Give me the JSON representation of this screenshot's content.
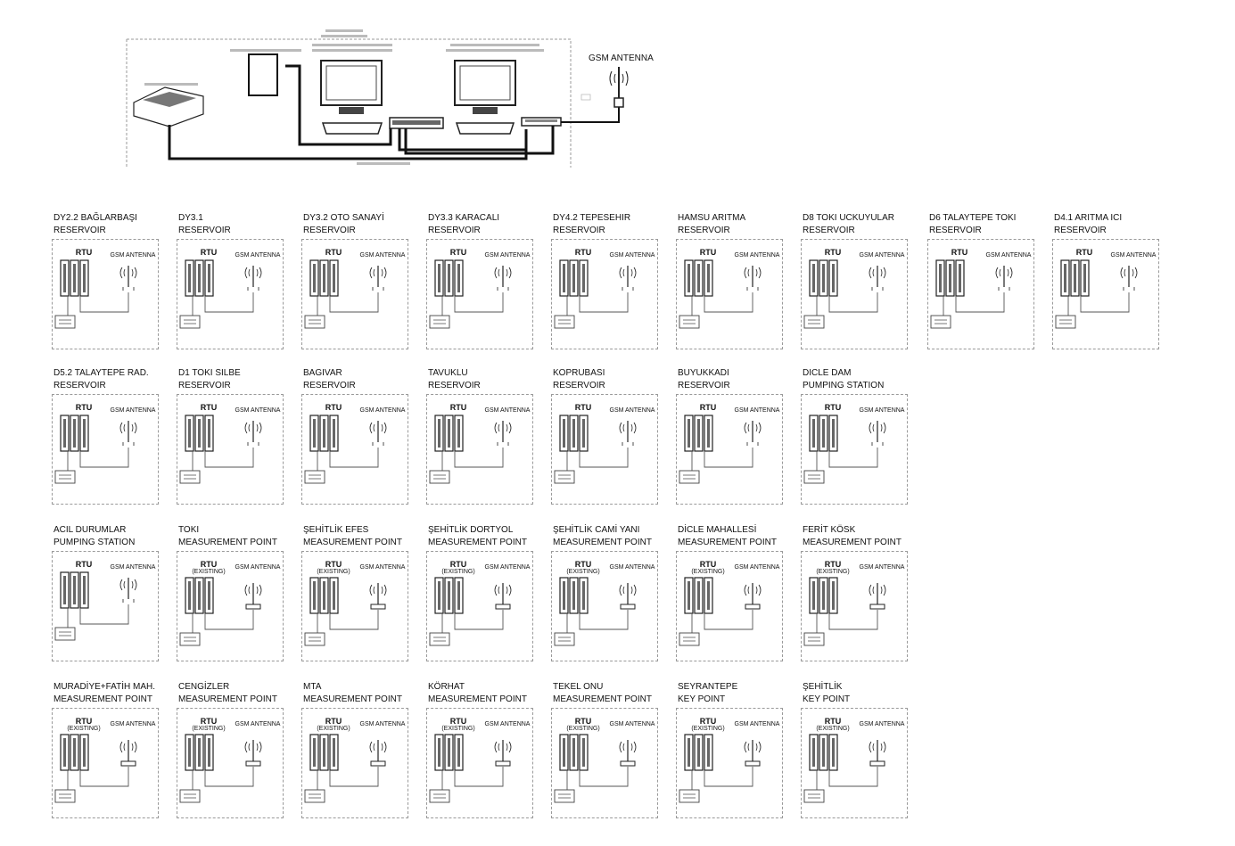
{
  "header": {
    "gsm_antenna_label": "GSM ANTENNA"
  },
  "rtu_label": "RTU",
  "existing_label": "(EXISTING)",
  "gsm_label": "GSM ANTENNA",
  "rows": [
    [
      {
        "title_1": "DY2.2 BAĞLARBAŞI",
        "title_2": "RESERVOIR",
        "existing": false
      },
      {
        "title_1": "DY3.1",
        "title_2": "RESERVOIR",
        "existing": false
      },
      {
        "title_1": "DY3.2 OTO SANAYİ",
        "title_2": "RESERVOIR",
        "existing": false
      },
      {
        "title_1": "DY3.3 KARACALI",
        "title_2": "RESERVOIR",
        "existing": false
      },
      {
        "title_1": "DY4.2 TEPESEHIR",
        "title_2": "RESERVOIR",
        "existing": false
      },
      {
        "title_1": "HAMSU ARITMA",
        "title_2": "RESERVOIR",
        "existing": false
      },
      {
        "title_1": "D8 TOKI UCKUYULAR",
        "title_2": "RESERVOIR",
        "existing": false
      },
      {
        "title_1": "D6 TALAYTEPE TOKI",
        "title_2": "RESERVOIR",
        "existing": false
      },
      {
        "title_1": "D4.1 ARITMA ICI",
        "title_2": "RESERVOIR",
        "existing": false
      }
    ],
    [
      {
        "title_1": "D5.2 TALAYTEPE RAD.",
        "title_2": "RESERVOIR",
        "existing": false
      },
      {
        "title_1": "D1 TOKI SILBE",
        "title_2": "RESERVOIR",
        "existing": false
      },
      {
        "title_1": "BAGIVAR",
        "title_2": "RESERVOIR",
        "existing": false
      },
      {
        "title_1": "TAVUKLU",
        "title_2": "RESERVOIR",
        "existing": false
      },
      {
        "title_1": "KOPRUBASI",
        "title_2": "RESERVOIR",
        "existing": false
      },
      {
        "title_1": "BUYUKKADI",
        "title_2": "RESERVOIR",
        "existing": false
      },
      {
        "title_1": "DICLE DAM",
        "title_2": "PUMPING STATION",
        "existing": false
      }
    ],
    [
      {
        "title_1": "ACIL DURUMLAR",
        "title_2": "PUMPING STATION",
        "existing": false
      },
      {
        "title_1": "TOKI",
        "title_2": "MEASUREMENT POINT",
        "existing": true
      },
      {
        "title_1": "ŞEHİTLİK EFES",
        "title_2": "MEASUREMENT POINT",
        "existing": true
      },
      {
        "title_1": "ŞEHİTLİK DORTYOL",
        "title_2": "MEASUREMENT POINT",
        "existing": true
      },
      {
        "title_1": "ŞEHİTLİK CAMİ YANI",
        "title_2": "MEASUREMENT POINT",
        "existing": true
      },
      {
        "title_1": "DİCLE MAHALLESİ",
        "title_2": "MEASUREMENT POINT",
        "existing": true
      },
      {
        "title_1": "FERİT KÖSK",
        "title_2": "MEASUREMENT POINT",
        "existing": true
      }
    ],
    [
      {
        "title_1": "MURADİYE+FATİH MAH.",
        "title_2": "MEASUREMENT POINT",
        "existing": true
      },
      {
        "title_1": "CENGİZLER",
        "title_2": "MEASUREMENT POINT",
        "existing": true
      },
      {
        "title_1": "MTA",
        "title_2": "MEASUREMENT POINT",
        "existing": true
      },
      {
        "title_1": "KÖRHAT",
        "title_2": "MEASUREMENT POINT",
        "existing": true
      },
      {
        "title_1": "TEKEL ONU",
        "title_2": "MEASUREMENT POINT",
        "existing": true
      },
      {
        "title_1": "SEYRANTEPE",
        "title_2": "KEY POINT",
        "existing": true
      },
      {
        "title_1": "ŞEHİTLİK",
        "title_2": "KEY POINT",
        "existing": true
      }
    ]
  ]
}
